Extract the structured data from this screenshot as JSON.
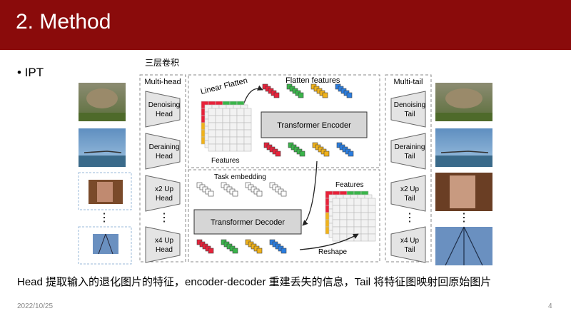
{
  "header": {
    "title": "2. Method",
    "bg_color": "#8a0b0b"
  },
  "bullet": {
    "text": "• IPT"
  },
  "diagram": {
    "note_top": "三层卷积",
    "multi_head_label": "Multi-head",
    "multi_tail_label": "Multi-tail",
    "heads": [
      {
        "line1": "Denoising",
        "line2": "Head"
      },
      {
        "line1": "Deraining",
        "line2": "Head"
      },
      {
        "line1": "x2 Up",
        "line2": "Head"
      },
      {
        "line1": "x4 Up",
        "line2": "Head"
      }
    ],
    "tails": [
      {
        "line1": "Denoising",
        "line2": "Tail"
      },
      {
        "line1": "Deraining",
        "line2": "Tail"
      },
      {
        "line1": "x2 Up",
        "line2": "Tail"
      },
      {
        "line1": "x4 Up",
        "line2": "Tail"
      }
    ],
    "ellipsis": "⋮",
    "linear_flatten": "Linear Flatten",
    "flatten_features": "Flatten features",
    "features_left": "Features",
    "features_right": "Features",
    "transformer_encoder": "Transformer Encoder",
    "transformer_decoder": "Transformer Decoder",
    "task_embedding": "Task embedding",
    "reshape": "Reshape",
    "colors": {
      "red": "#e8223a",
      "green": "#3ab54a",
      "yellow": "#f0b21a",
      "blue": "#2a7de0"
    }
  },
  "description": "Head 提取输入的退化图片的特征，encoder-decoder 重建丢失的信息，Tail 将特征图映射回原始图片",
  "footer": {
    "date": "2022/10/25",
    "page": "4"
  }
}
